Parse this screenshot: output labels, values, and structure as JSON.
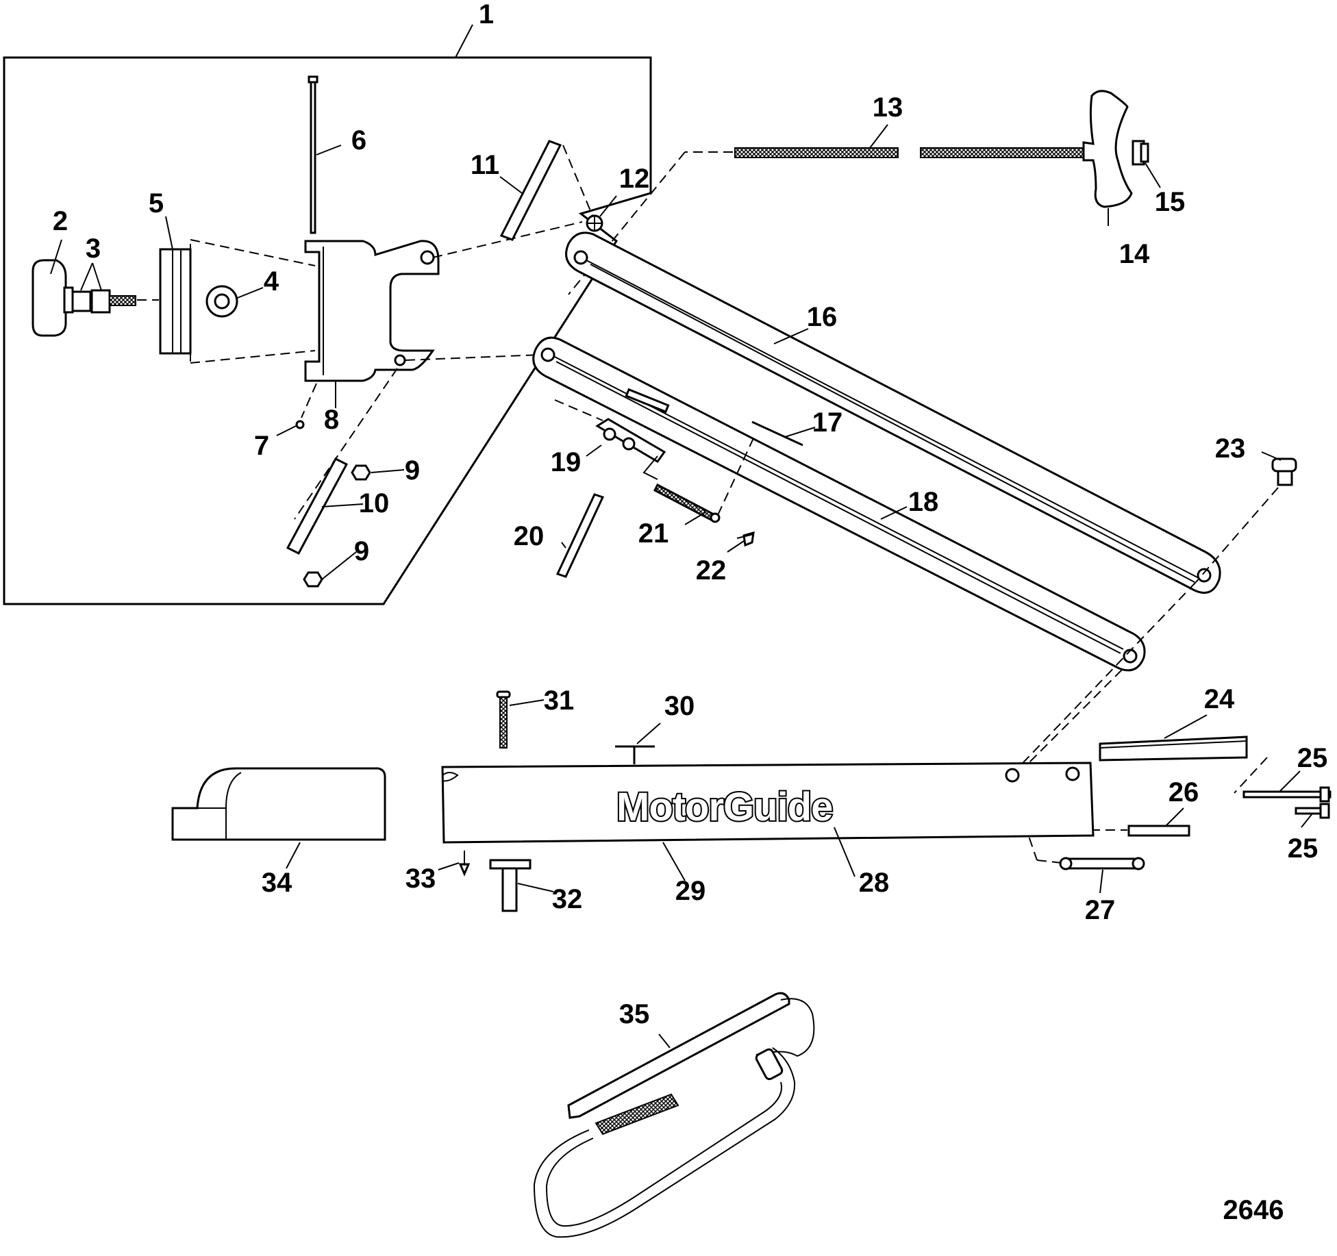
{
  "diagram": {
    "brand_text": "MotorGuide",
    "figure_number": "2646",
    "callouts": [
      "1",
      "2",
      "3",
      "4",
      "5",
      "6",
      "7",
      "8",
      "9",
      "9",
      "10",
      "11",
      "12",
      "13",
      "14",
      "15",
      "16",
      "17",
      "18",
      "19",
      "20",
      "21",
      "22",
      "23",
      "24",
      "25",
      "25",
      "26",
      "27",
      "28",
      "29",
      "30",
      "31",
      "32",
      "33",
      "34",
      "35"
    ]
  }
}
